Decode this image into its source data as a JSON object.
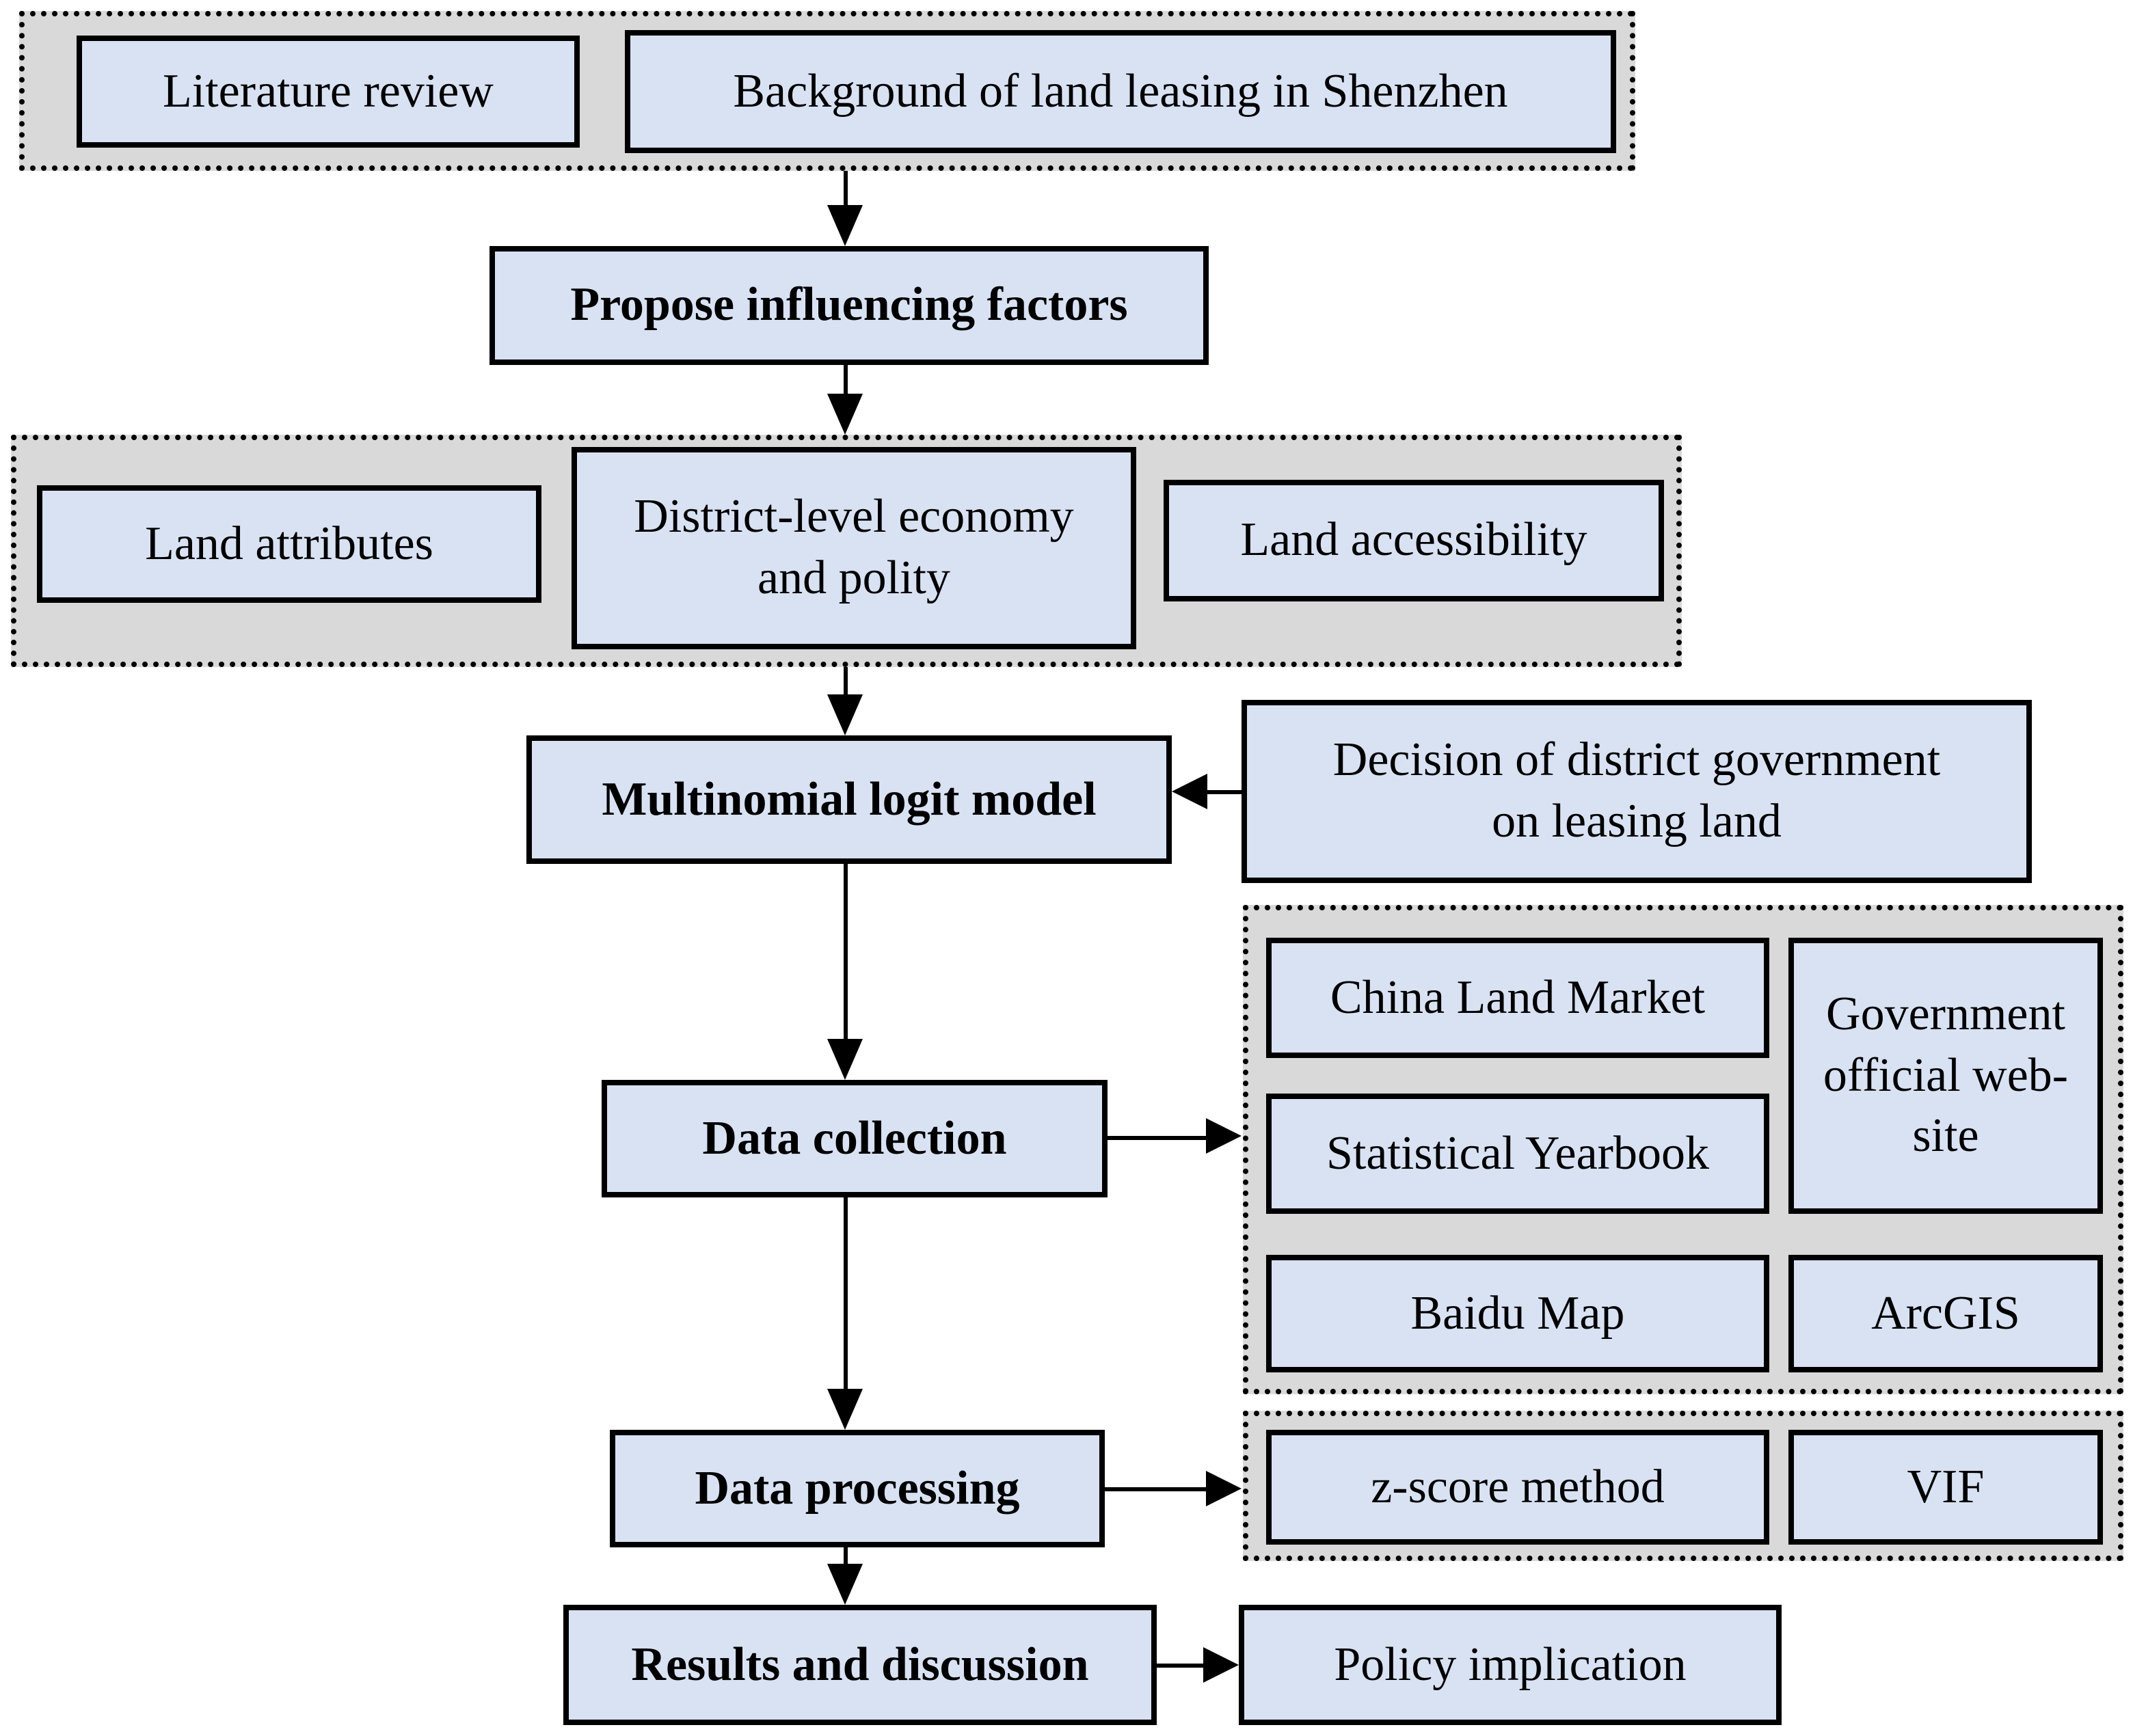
{
  "colors": {
    "box_fill": "#d9e2f3",
    "group_fill": "#d9d9d9",
    "border": "#000000",
    "arrow": "#000000"
  },
  "nodes": {
    "literature_review": "Literature review",
    "background": "Background of land leasing in Shenzhen",
    "propose": "Propose influencing factors",
    "land_attributes": "Land attributes",
    "district_economy": "District-level economy\nand polity",
    "land_accessibility": "Land accessibility",
    "logit_model": "Multinomial logit model",
    "decision": "Decision of district government\non leasing land",
    "data_collection": "Data collection",
    "china_land_market": "China Land Market",
    "gov_website": "Government\nofficial web-\nsite",
    "statistical_yearbook": "Statistical Yearbook",
    "baidu_map": "Baidu Map",
    "arcgis": "ArcGIS",
    "data_processing": "Data processing",
    "zscore": "z-score method",
    "vif": "VIF",
    "results": "Results and discussion",
    "policy": "Policy implication"
  }
}
